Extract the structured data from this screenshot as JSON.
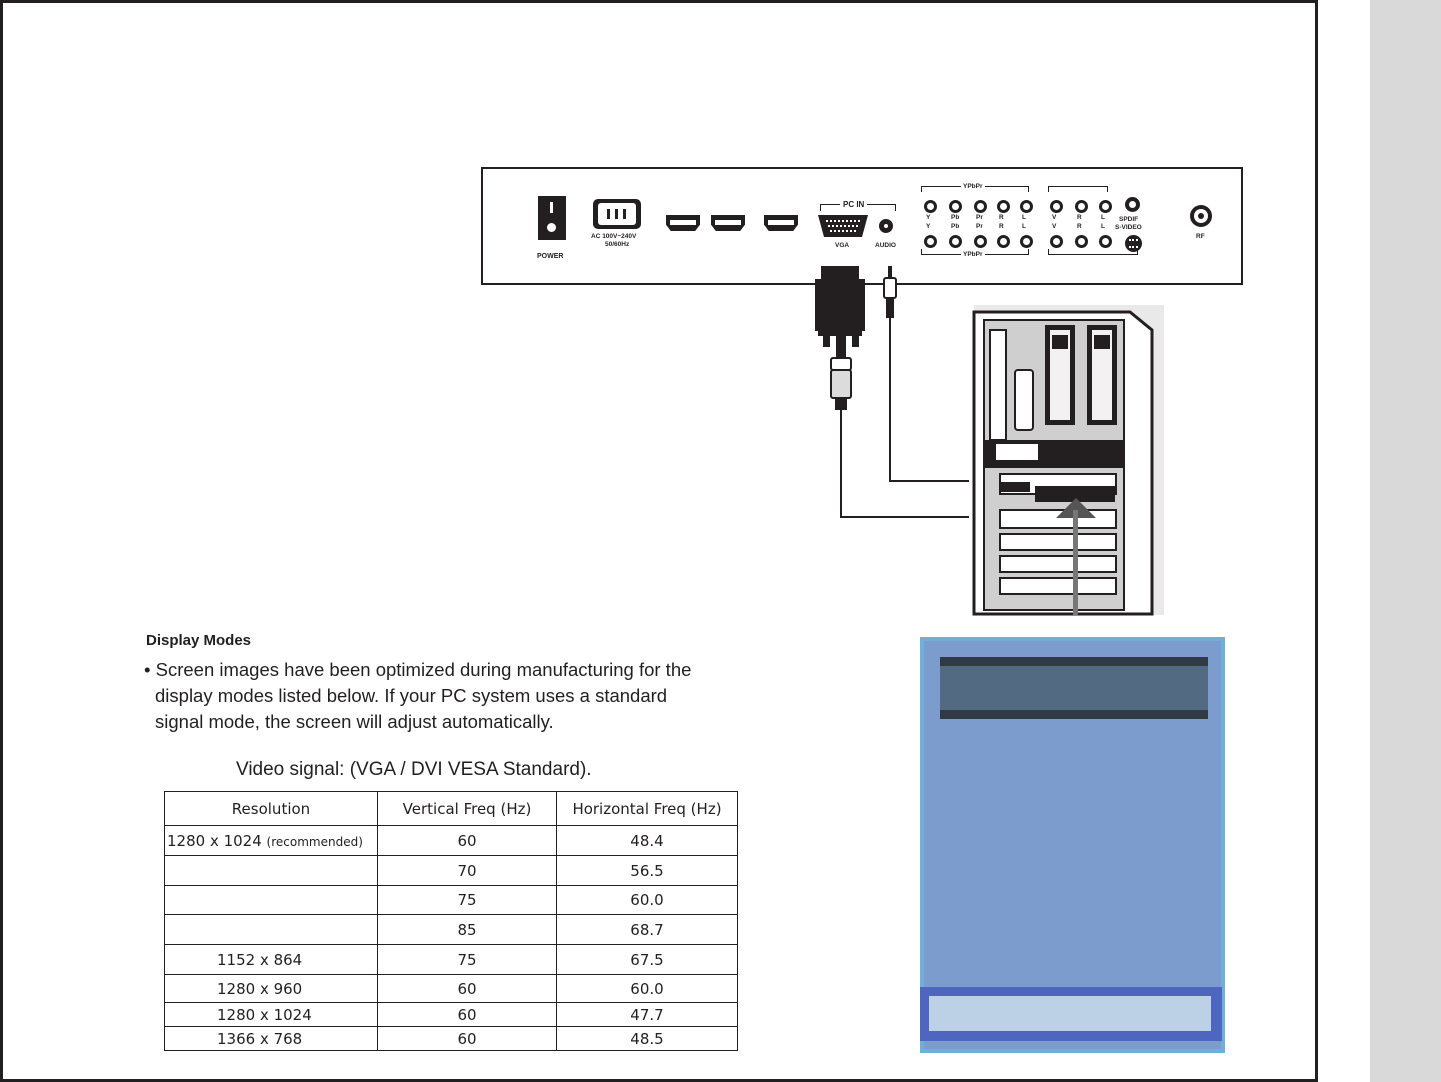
{
  "rear_panel": {
    "power_label": "POWER",
    "ac_label_line1": "AC 100V~240V",
    "ac_label_line2": "50/60Hz",
    "pc_in_label": "PC IN",
    "vga_label": "VGA",
    "audio_label": "AUDIO",
    "ypbpr_top": "YPbPr",
    "ypbpr_bottom": "YPbPr",
    "jack_letters_top": [
      "Y",
      "Pb",
      "Pr",
      "R",
      "L",
      "V",
      "R",
      "L"
    ],
    "jack_letters_bottom": [
      "Y",
      "Pb",
      "Pr",
      "R",
      "L",
      "V",
      "R",
      "L"
    ],
    "spdif_label": "SPDIF",
    "svideo_label": "S-VIDEO",
    "rf_label": "RF"
  },
  "section": {
    "heading": "Display Modes",
    "bullet_lines": [
      "• Screen images have been optimized during manufacturing for the",
      "display modes listed below. If your PC system uses a standard",
      "signal mode, the screen will adjust automatically."
    ],
    "video_signal": "Video signal: (VGA / DVI VESA Standard)."
  },
  "table": {
    "headers": [
      "Resolution",
      "Vertical Freq (Hz)",
      "Horizontal Freq (Hz)"
    ],
    "first_row": {
      "resolution": "1280 x 1024",
      "note": "(recommended)",
      "vertical": "60",
      "horizontal": "48.4"
    },
    "rows": [
      {
        "resolution": "",
        "vertical": "70",
        "horizontal": "56.5"
      },
      {
        "resolution": "",
        "vertical": "75",
        "horizontal": "60.0"
      },
      {
        "resolution": "",
        "vertical": "85",
        "horizontal": "68.7"
      },
      {
        "resolution": "1152 x 864",
        "vertical": "75",
        "horizontal": "67.5"
      },
      {
        "resolution": "1280 x 960",
        "vertical": "60",
        "horizontal": "60.0"
      },
      {
        "resolution": "1280 x 1024",
        "vertical": "60",
        "horizontal": "47.7"
      },
      {
        "resolution": "1366 x 768",
        "vertical": "60",
        "horizontal": "48.5"
      }
    ]
  },
  "colors": {
    "ink": "#231f20",
    "sidebox_fill": "#7b9ccc",
    "sidebox_border": "#6fb0db",
    "sidebox_header": "#526a82",
    "sidebox_footer": "#bcd0e6"
  }
}
